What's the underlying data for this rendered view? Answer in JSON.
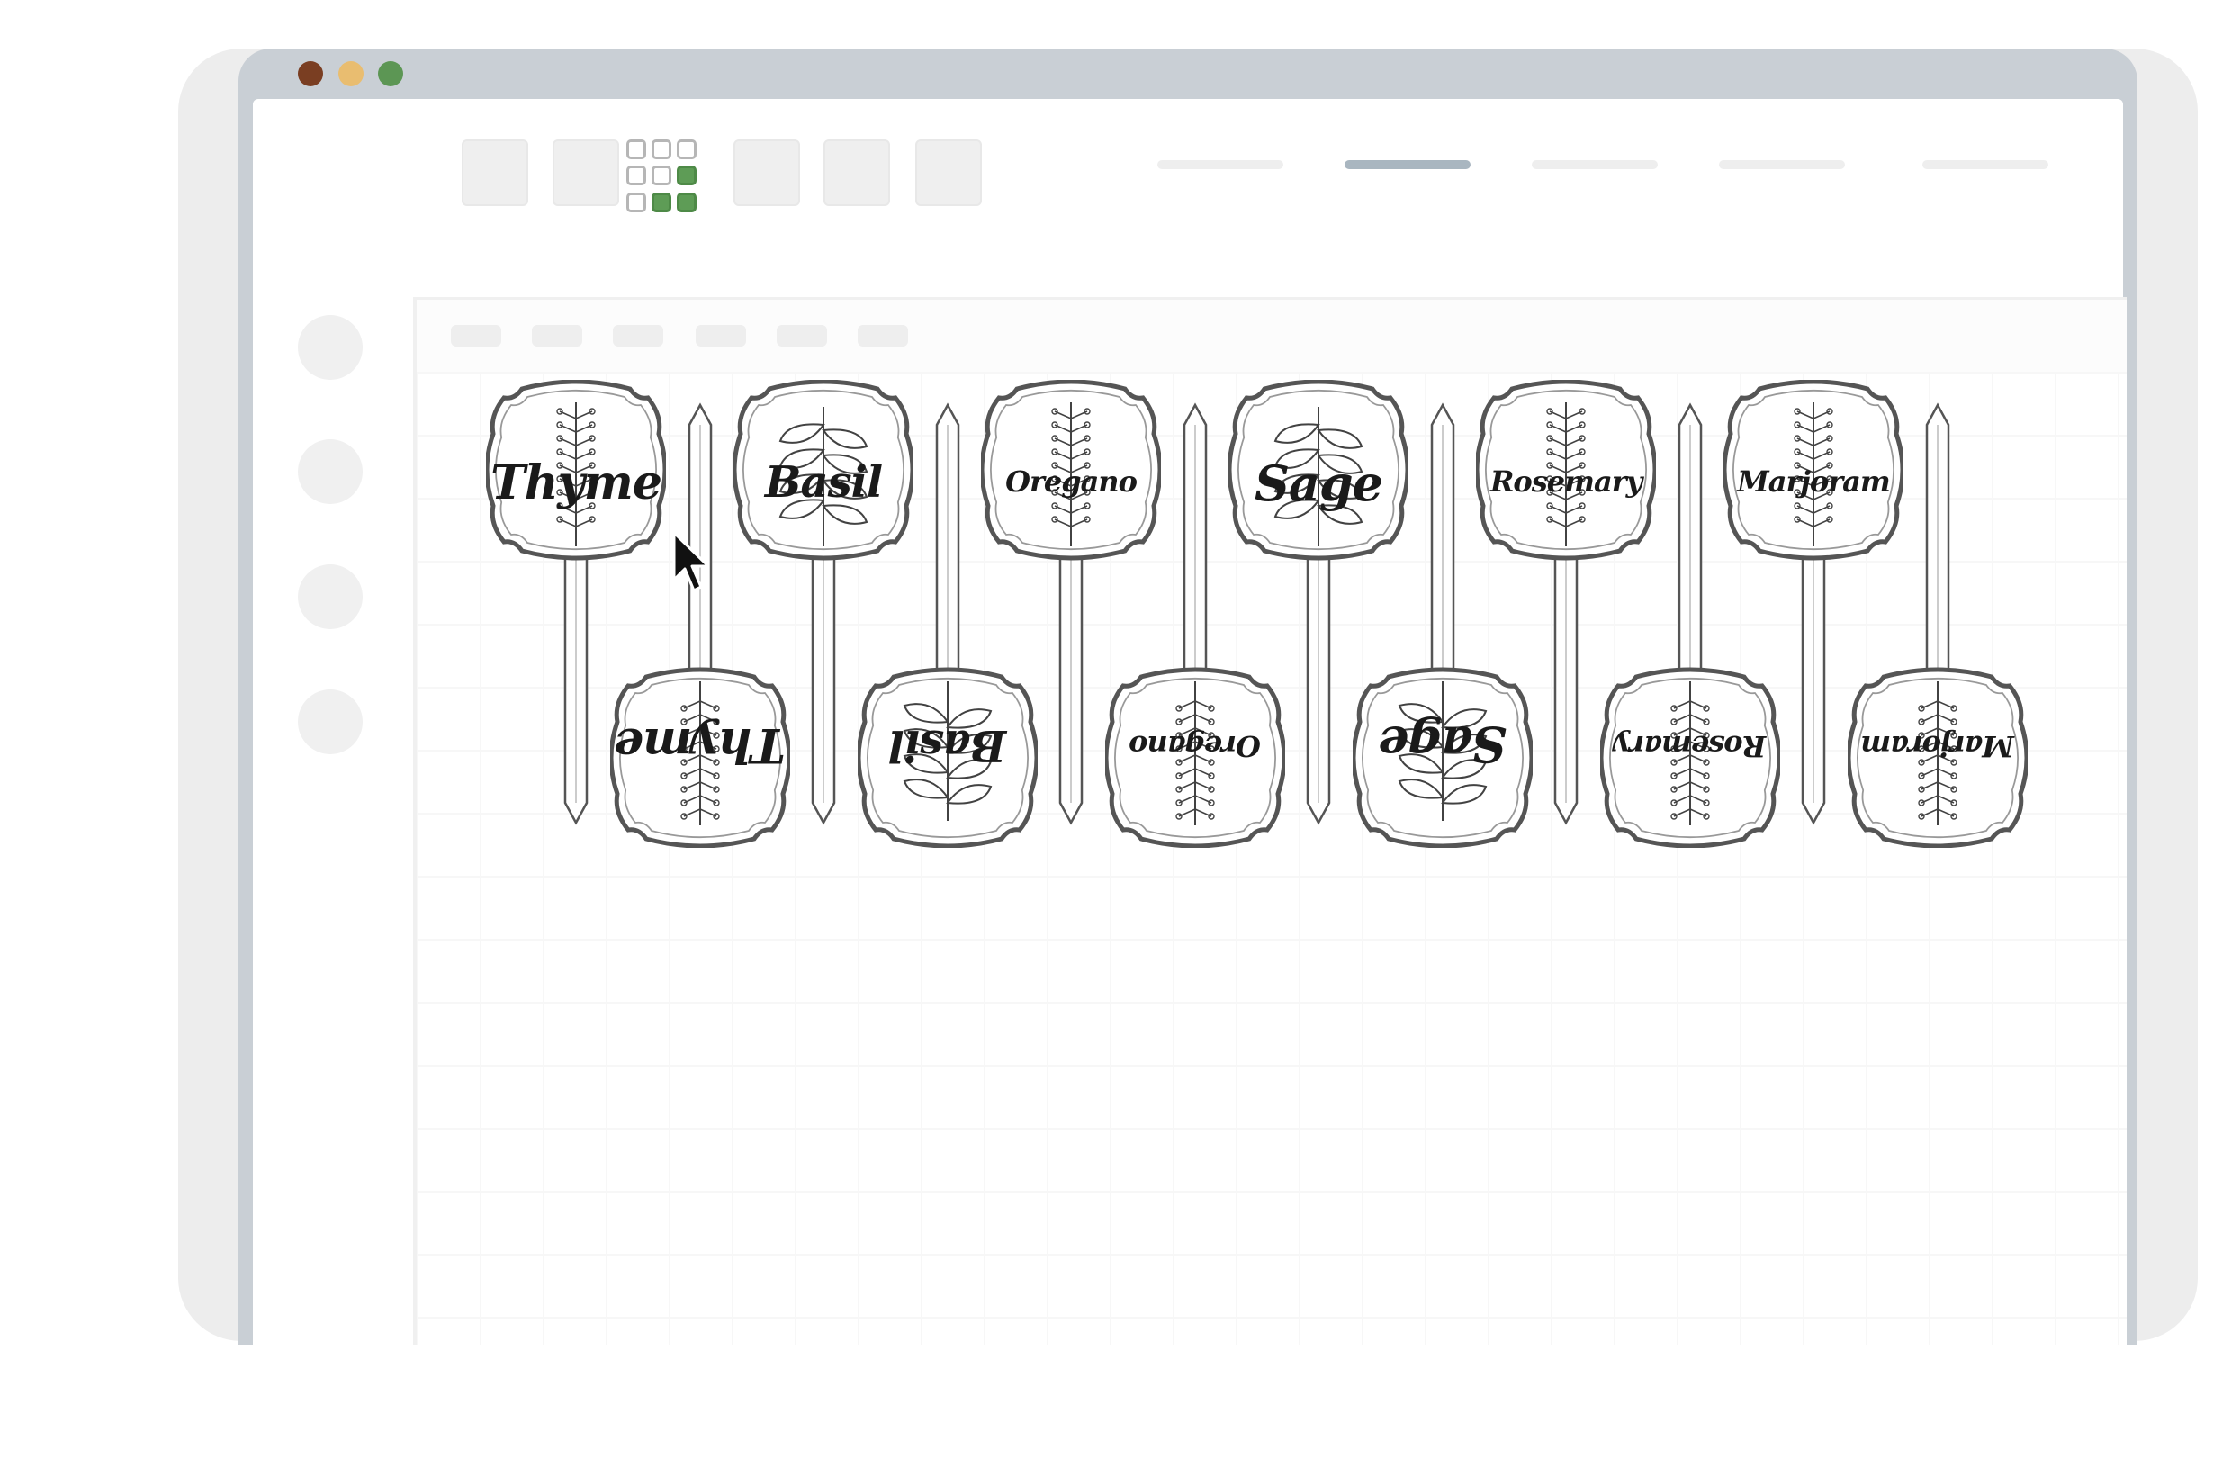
{
  "window": {
    "traffic_lights": [
      {
        "name": "close",
        "color": "#7a3e22"
      },
      {
        "name": "minimize",
        "color": "#e9bd70"
      },
      {
        "name": "zoom",
        "color": "#5c9654"
      }
    ]
  },
  "toolbar": {
    "active_tool_icon": "grid-icon",
    "active_color": "#5e9c56"
  },
  "herb_markers": [
    {
      "label": "Thyme",
      "plant_icon": "thyme-sprig-icon"
    },
    {
      "label": "Basil",
      "plant_icon": "basil-leaves-icon"
    },
    {
      "label": "Oregano",
      "plant_icon": "oregano-sprig-icon"
    },
    {
      "label": "Sage",
      "plant_icon": "sage-leaves-icon"
    },
    {
      "label": "Rosemary",
      "plant_icon": "rosemary-sprig-icon"
    },
    {
      "label": "Marjoram",
      "plant_icon": "marjoram-sprig-icon"
    }
  ],
  "flipped_markers": [
    {
      "label": "Thyme"
    },
    {
      "label": "Basil"
    },
    {
      "label": "Oregano"
    },
    {
      "label": "Sage"
    },
    {
      "label": "Rosemary"
    },
    {
      "label": "Marjoram"
    }
  ]
}
